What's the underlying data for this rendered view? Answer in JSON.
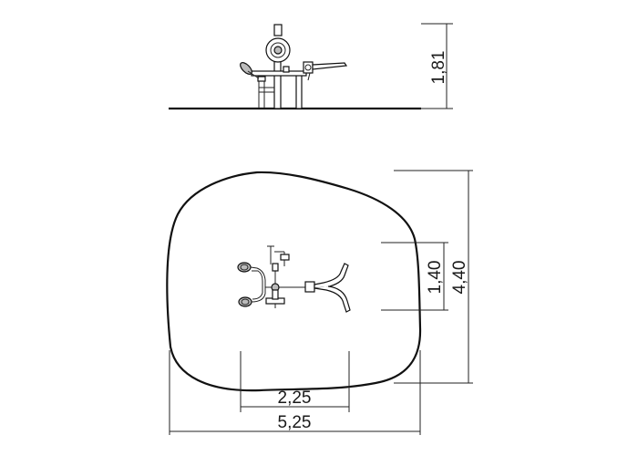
{
  "dimensions": {
    "height_elevation": "1,81",
    "inner_depth": "1,40",
    "outer_depth": "4,40",
    "inner_width": "2,25",
    "outer_width": "5,25"
  },
  "colors": {
    "line": "#111111",
    "background": "#ffffff"
  }
}
